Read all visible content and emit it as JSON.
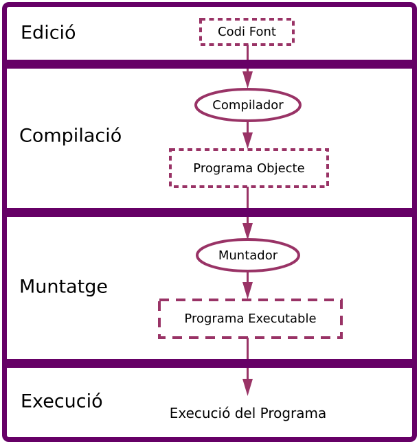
{
  "colors": {
    "frame": "#660066",
    "node": "#993366",
    "text": "#000000",
    "background": "#ffffff"
  },
  "sections": [
    {
      "label": "Edició"
    },
    {
      "label": "Compilació"
    },
    {
      "label": "Muntatge"
    },
    {
      "label": "Execució"
    }
  ],
  "nodes": {
    "codi_font": "Codi Font",
    "compilador": "Compilador",
    "programa_objecte": "Programa Objecte",
    "muntador": "Muntador",
    "programa_executable": "Programa Executable",
    "execucio_del_programa": "Execució del Programa"
  }
}
